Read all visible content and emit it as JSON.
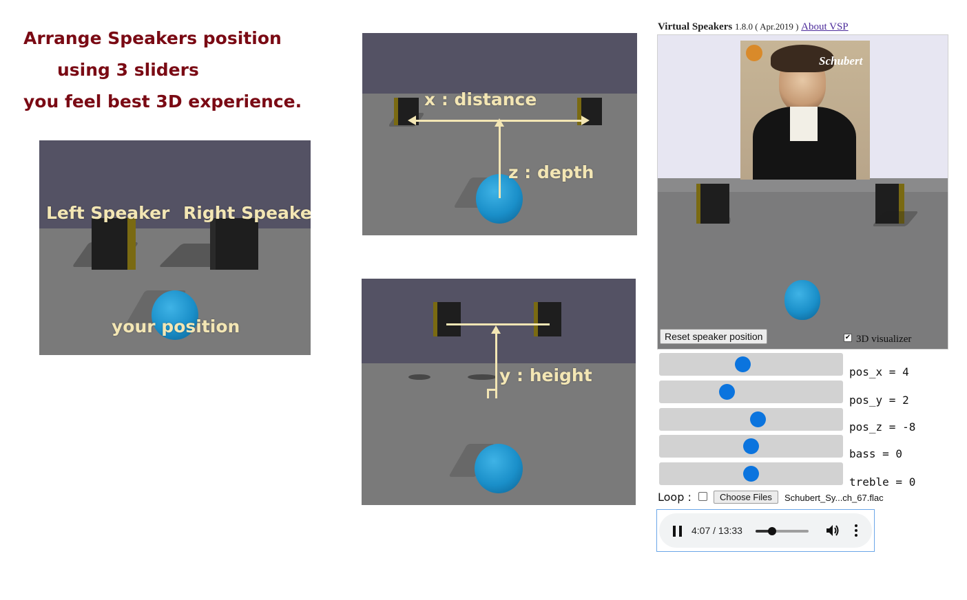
{
  "headline": {
    "line1": "Arrange Speakers position",
    "line2": "using 3 sliders",
    "line3": "you feel best 3D experience."
  },
  "scene_main": {
    "left_label": "Left Speaker",
    "right_label": "Right Speaker",
    "you_label": "your position"
  },
  "scene_top": {
    "x_label": "x : distance",
    "z_label": "z : depth"
  },
  "scene_side": {
    "y_label": "y : height"
  },
  "app": {
    "title": "Virtual Speakers",
    "version": "1.8.0 ( Apr.2019 )",
    "about_link": "About VSP",
    "album_artist": "Schubert",
    "reset_button": "Reset speaker position",
    "visualizer_label": "3D visualizer",
    "visualizer_checked": true,
    "sliders": [
      {
        "label": "pos_x = 4",
        "value_fraction": 0.45
      },
      {
        "label": "pos_y = 2",
        "value_fraction": 0.37
      },
      {
        "label": "pos_z = -8",
        "value_fraction": 0.54
      },
      {
        "label": "bass = 0",
        "value_fraction": 0.5
      },
      {
        "label": "treble = 0",
        "value_fraction": 0.5
      }
    ],
    "loop_label": "Loop :",
    "loop_checked": false,
    "choose_files_button": "Choose Files",
    "file_name": "Schubert_Sy...ch_67.flac",
    "player": {
      "time": "4:07 / 13:33",
      "progress_fraction": 0.3,
      "icons": [
        "pause-icon",
        "volume-icon",
        "more-vert-icon"
      ]
    }
  },
  "colors": {
    "headline": "#7a0a14",
    "label": "#f3e6b4",
    "accent": "#0b74de"
  }
}
